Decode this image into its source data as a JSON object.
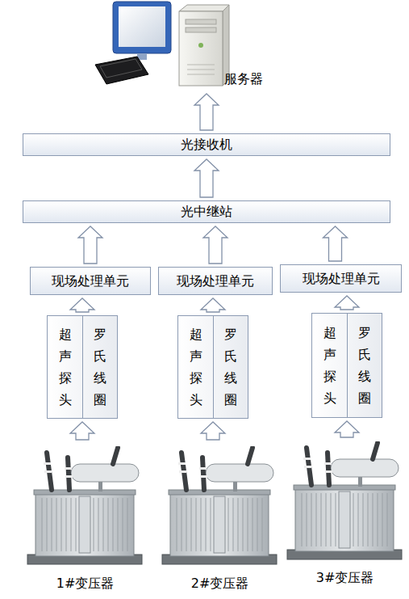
{
  "diagram": {
    "nodes": [
      {
        "text": [
          "服务器"
        ]
      },
      {
        "text": [
          "光接收机"
        ]
      },
      {
        "text": [
          "光中继站"
        ]
      },
      {
        "text": [
          "现场处理单元"
        ]
      },
      {
        "text": [
          "现场处理单元"
        ]
      },
      {
        "text": [
          "现场处理单元"
        ]
      },
      {
        "text": [
          "超声探头",
          "罗氏线圈"
        ]
      },
      {
        "text": [
          "超声探头",
          "罗氏线圈"
        ]
      },
      {
        "text": [
          "超声探头",
          "罗氏线圈"
        ]
      },
      {
        "text": [
          "1#变压器"
        ]
      },
      {
        "text": [
          "2#变压器"
        ]
      },
      {
        "text": [
          "3#变压器"
        ]
      }
    ],
    "edges": [
      {
        "from": 1,
        "to": 0,
        "arrow": "to"
      },
      {
        "from": 2,
        "to": 1,
        "arrow": "to"
      },
      {
        "from": 3,
        "to": 2,
        "arrow": "to"
      },
      {
        "from": 4,
        "to": 2,
        "arrow": "to"
      },
      {
        "from": 5,
        "to": 2,
        "arrow": "to"
      },
      {
        "from": 6,
        "to": 3,
        "arrow": "to"
      },
      {
        "from": 7,
        "to": 4,
        "arrow": "to"
      },
      {
        "from": 8,
        "to": 5,
        "arrow": "to"
      },
      {
        "from": 9,
        "to": 6,
        "arrow": "to"
      },
      {
        "from": 10,
        "to": 7,
        "arrow": "to"
      },
      {
        "from": 11,
        "to": 8,
        "arrow": "to"
      }
    ]
  }
}
